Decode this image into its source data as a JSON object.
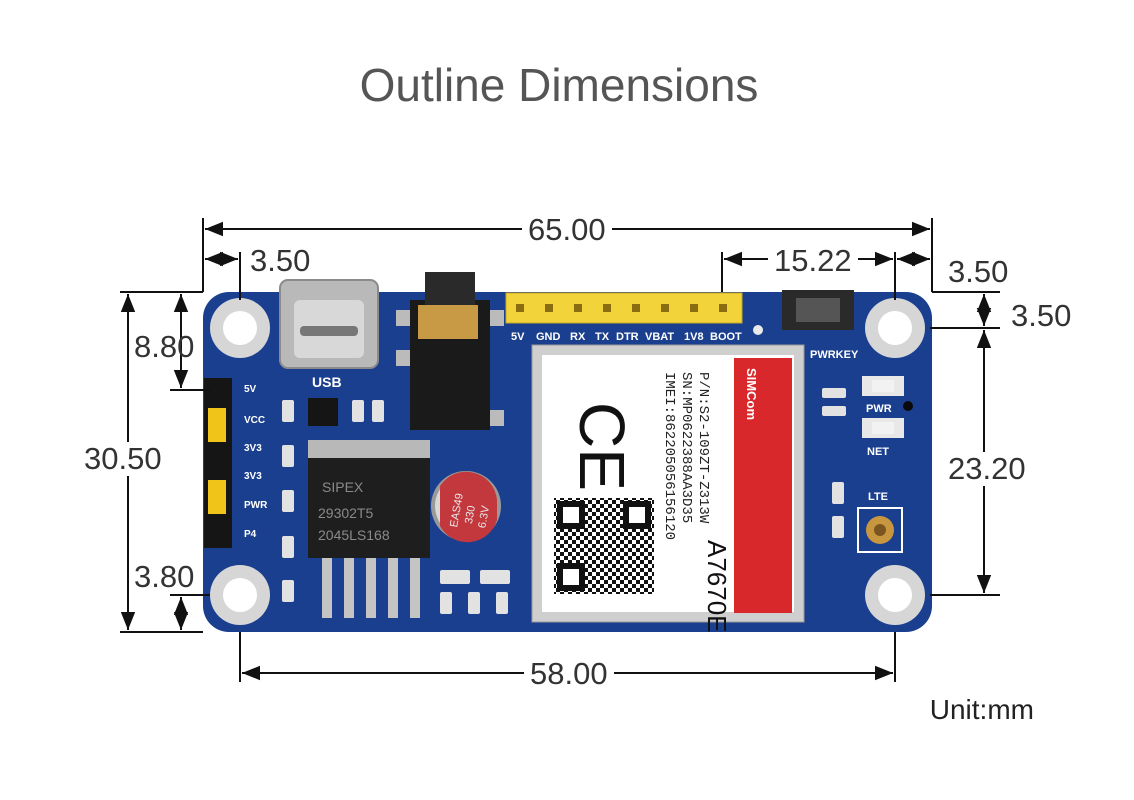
{
  "title": "Outline Dimensions",
  "unit": "Unit:mm",
  "dimensions": {
    "overall_width": "65.00",
    "left_margin": "3.50",
    "pwrkey_offset": "15.22",
    "right_margin": "3.50",
    "top_margin": "3.50",
    "usb_height": "8.80",
    "hole_spacing_height": "30.50",
    "bottom_margin": "3.80",
    "right_hole_spacing": "23.20",
    "hole_spacing_width": "58.00"
  },
  "board": {
    "usb_label": "USB",
    "header_labels": [
      "5V",
      "GND",
      "RX",
      "TX",
      "DTR",
      "VBAT",
      "1V8",
      "BOOT"
    ],
    "jumper_labels": [
      "5V",
      "VCC",
      "3V3",
      "3V3",
      "PWR",
      "P4"
    ],
    "pwrkey_label": "PWRKEY",
    "led_labels": [
      "PWR",
      "NET"
    ],
    "lte_label": "LTE",
    "regulator_text": [
      "SIPEX",
      "29302T5",
      "2045LS168"
    ],
    "capacitor_text": [
      "EAS49",
      "330",
      "6.3V"
    ],
    "module": {
      "brand": "SIMCom",
      "model": "A7670E",
      "pn": "P/N:S2-109ZT-Z313W",
      "sn": "SN:MP0622388AA3D35",
      "imei": "IMEI:862205056156120",
      "ce_mark": "CE"
    }
  },
  "colors": {
    "pcb": "#1b3f8f",
    "silk": "#ffffff",
    "header": "#f2d43a",
    "module_red": "#d8282b"
  }
}
